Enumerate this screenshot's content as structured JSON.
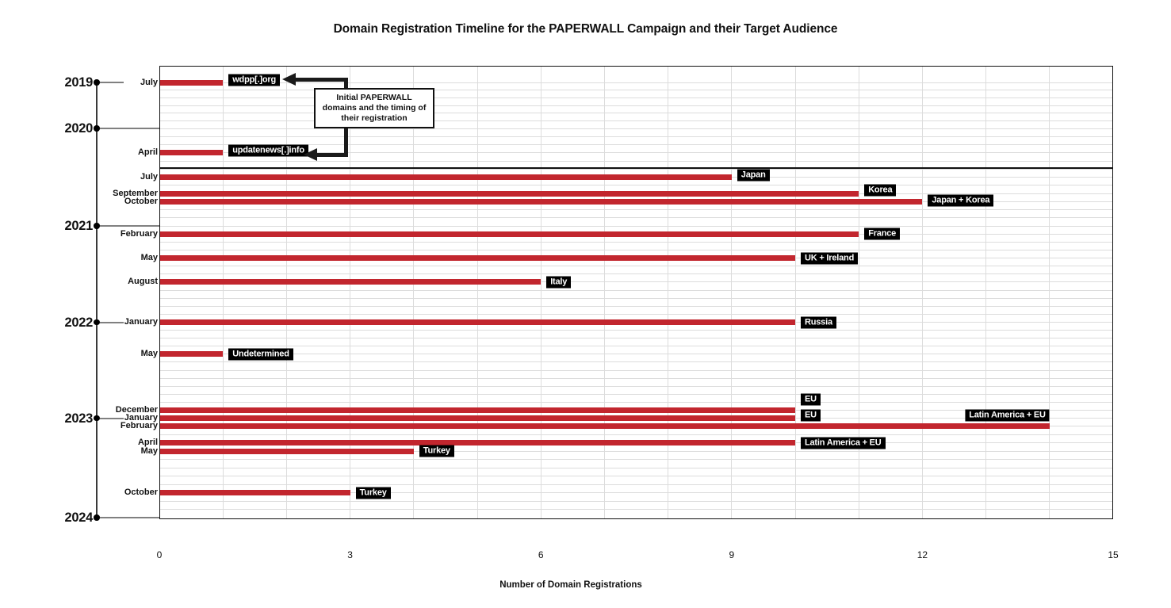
{
  "header": {
    "title": "Domain Registration Timeline for the PAPERWALL Campaign and their Target Audience"
  },
  "axes": {
    "x_label": "Number of Domain Registrations",
    "x_ticks": [
      "0",
      "3",
      "6",
      "9",
      "12",
      "15"
    ],
    "years": [
      "2019",
      "2020",
      "2021",
      "2022",
      "2023",
      "2024"
    ]
  },
  "annotation": {
    "line1": "Initial PAPERWALL",
    "line2": "domains and the timing of",
    "line3": "their registration"
  },
  "colors": {
    "bar": "#c2262e",
    "label_bg": "#000000",
    "label_text": "#ffffff",
    "gridline": "#dcdcdc",
    "border": "#111111"
  },
  "chart_data": {
    "type": "bar",
    "orientation": "horizontal",
    "title": "Domain Registration Timeline for the PAPERWALL Campaign and their Target Audience",
    "xlabel": "Number of Domain Registrations",
    "xlim": [
      0,
      15
    ],
    "x_ticks": [
      0,
      3,
      6,
      9,
      12,
      15
    ],
    "grid": "monthly horizontal lines and per-unit vertical lines",
    "legend": "none",
    "y_axis": "timeline from mid-2019 (top) to January 2024 (bottom), year markers with dots",
    "separator_note": "thick black horizontal rule between April 2020 and July 2020 rows",
    "rows": [
      {
        "year": 2019,
        "month": 7,
        "month_label": "July",
        "value": 1,
        "label": "wdpp[.]org",
        "label_dy": -3
      },
      {
        "year": 2020,
        "month": 4,
        "month_label": "April",
        "value": 1,
        "label": "updatenews[.]info",
        "label_dy": -3
      },
      {
        "year": 2020,
        "month": 7,
        "month_label": "July",
        "value": 9,
        "label": "Japan",
        "label_dy": -3
      },
      {
        "year": 2020,
        "month": 9,
        "month_label": "September",
        "value": 11,
        "label": "Korea",
        "label_dy": -4
      },
      {
        "year": 2020,
        "month": 10,
        "month_label": "October",
        "value": 12,
        "label": "Japan + Korea",
        "label_dy": -1
      },
      {
        "year": 2021,
        "month": 2,
        "month_label": "February",
        "value": 11,
        "label": "France",
        "label_dy": 0
      },
      {
        "year": 2021,
        "month": 5,
        "month_label": "May",
        "value": 10,
        "label": "UK + Ireland",
        "label_dy": 0
      },
      {
        "year": 2021,
        "month": 8,
        "month_label": "August",
        "value": 6,
        "label": "Italy",
        "label_dy": 0
      },
      {
        "year": 2022,
        "month": 1,
        "month_label": "January",
        "value": 10,
        "label": "Russia",
        "label_dy": 0
      },
      {
        "year": 2022,
        "month": 5,
        "month_label": "May",
        "value": 1,
        "label": "Undetermined",
        "label_dy": 0
      },
      {
        "year": 2022,
        "month": 12,
        "month_label": "December",
        "value": 10,
        "label": "EU",
        "label_dy": -13
      },
      {
        "year": 2023,
        "month": 1,
        "month_label": "January",
        "value": 10,
        "label": "EU",
        "label_dy": -4
      },
      {
        "year": 2023,
        "month": 2,
        "month_label": "February",
        "value": 14,
        "label": "Latin America + EU",
        "label_dy": -14,
        "label_placement": "above-end"
      },
      {
        "year": 2023,
        "month": 4,
        "month_label": "April",
        "value": 10,
        "label": "Latin America + EU",
        "label_dy": 0
      },
      {
        "year": 2023,
        "month": 5,
        "month_label": "May",
        "value": 4,
        "label": "Turkey",
        "label_dy": 0
      },
      {
        "year": 2023,
        "month": 10,
        "month_label": "October",
        "value": 3,
        "label": "Turkey",
        "label_dy": 0
      }
    ]
  }
}
